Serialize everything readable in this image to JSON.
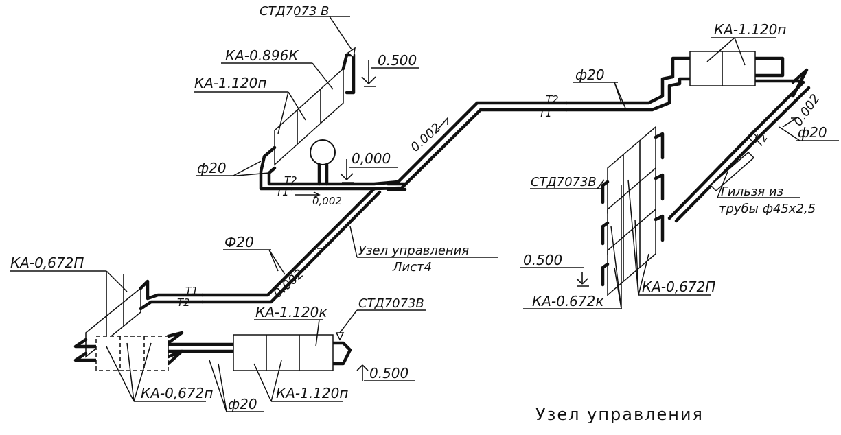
{
  "labels": {
    "std_top": "СТД7073 В",
    "ka_0896k": "КА-0.896К",
    "ka_1120p_top": "КА-1.120п",
    "elev_0500_top": "0.500",
    "phi20_top_left": "ф20",
    "elev_0000": "0,000",
    "t2_center": "Т2",
    "t1_center": "Т1",
    "slope_0002_center": "0,002",
    "slope_0002_rise": "0.002",
    "t2_rise": "Т2",
    "t1_rise": "Т1",
    "phi20_top_center": "ф20",
    "ka_1120p_right": "КА-1.120п",
    "slope_0002_right": "0.002",
    "t1_right": "Т1",
    "t2_right": "Т2",
    "phi20_right": "ф20",
    "std_right": "СТД7073В",
    "sleeve_line1": "Гильзя из",
    "sleeve_line2": "трубы ф45х2,5",
    "elev_0500_right": "0.500",
    "ka_0672p_right": "КА-0,672П",
    "ka_0672k": "КА-0.672к",
    "phi20_mid": "Ф20",
    "uzel_line1": "Узел управления",
    "uzel_line2": "Лист4",
    "slope_0002_mid": "0.002",
    "ka_0672p_left_top": "КА-0,672П",
    "t1_left": "Т1",
    "t2_left": "Т2",
    "std_bottom": "СТД7073В",
    "ka_1120k": "КА-1.120к",
    "elev_0500_bottom": "0.500",
    "ka_0672p_bottom": "КА-0,672п",
    "ka_1120p_bottom": "КА-1.120п",
    "phi20_bottom": "ф20",
    "title": "Узел управления"
  }
}
